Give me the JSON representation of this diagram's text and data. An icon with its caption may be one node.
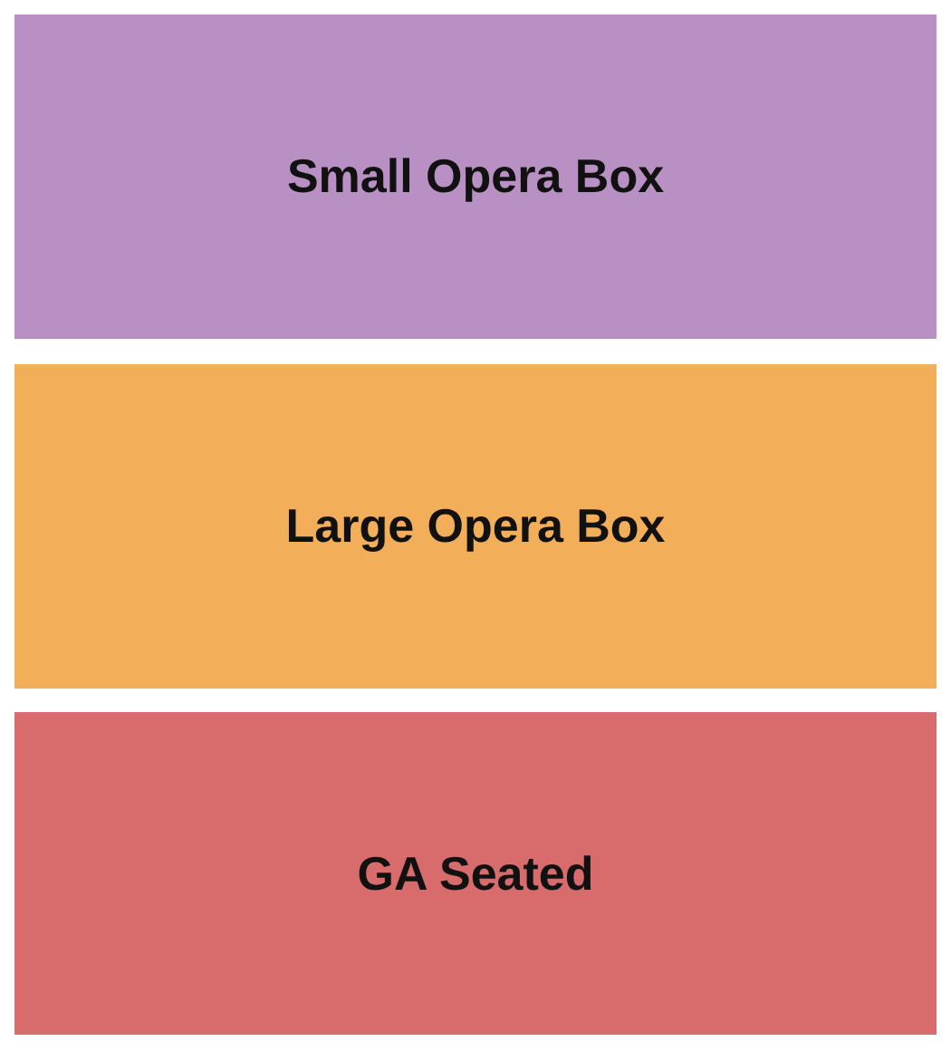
{
  "diagram": {
    "nodes": [
      {
        "text": [
          "Small Opera Box"
        ]
      },
      {
        "text": [
          "Large Opera Box"
        ]
      },
      {
        "text": [
          "GA Seated"
        ]
      }
    ]
  }
}
